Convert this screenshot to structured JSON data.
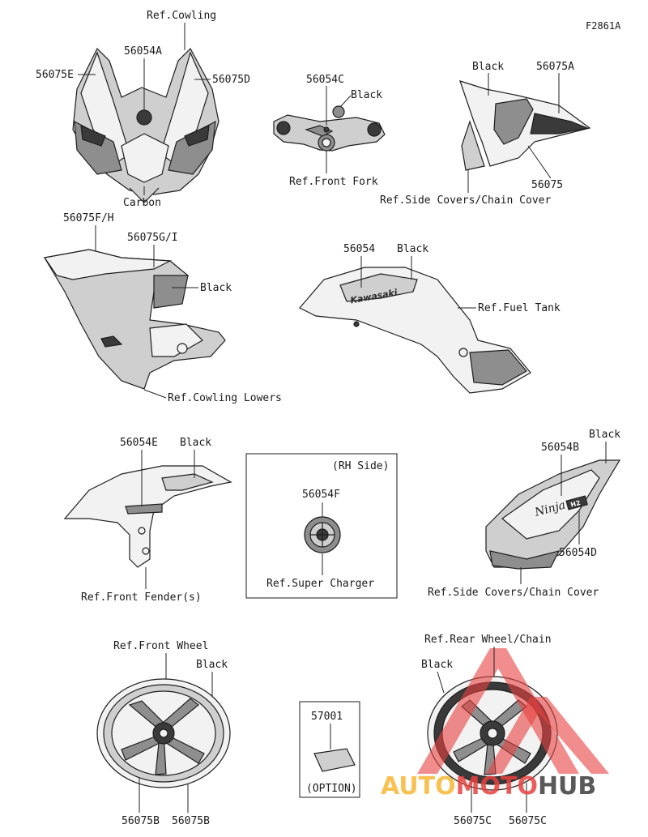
{
  "figure_code": "F2861A",
  "labels": {
    "cowling_ref": "Ref.Cowling",
    "p56054A": "56054A",
    "p56075E": "56075E",
    "p56075D": "56075D",
    "carbon": "Carbon",
    "p56054C": "56054C",
    "black_fork": "Black",
    "front_fork_ref": "Ref.Front Fork",
    "black_tail": "Black",
    "p56075A": "56075A",
    "p56075": "56075",
    "side_covers_ref_top": "Ref.Side Covers/Chain Cover",
    "p56075FH": "56075F/H",
    "p56075GI": "56075G/I",
    "black_lower": "Black",
    "cowling_lowers_ref": "Ref.Cowling Lowers",
    "p56054": "56054",
    "black_tank": "Black",
    "fuel_tank_ref": "Ref.Fuel Tank",
    "p56054E": "56054E",
    "black_fender": "Black",
    "front_fender_ref": "Ref.Front Fender(s)",
    "rh_side": "(RH Side)",
    "p56054F": "56054F",
    "super_charger_ref": "Ref.Super Charger",
    "black_side": "Black",
    "p56054B": "56054B",
    "p56054D": "56054D",
    "side_covers_ref_mid": "Ref.Side Covers/Chain Cover",
    "front_wheel_ref": "Ref.Front Wheel",
    "black_fwheel": "Black",
    "p56075B_1": "56075B",
    "p56075B_2": "56075B",
    "p57001": "57001",
    "option": "(OPTION)",
    "rear_wheel_ref": "Ref.Rear Wheel/Chain",
    "black_rwheel": "Black",
    "p56075C_1": "56075C",
    "p56075C_2": "56075C"
  },
  "decal_text": {
    "kawasaki": "Kawasaki",
    "ninja": "Ninja",
    "h2": "H2"
  },
  "watermark": {
    "auto": "AUTO",
    "moto": "MOTO",
    "hub": "HUB"
  },
  "colors": {
    "line": "#1e1e1e",
    "watermark_red": "#e8413f",
    "watermark_yellow": "#f7b733",
    "watermark_dark": "#3d3d3d"
  }
}
